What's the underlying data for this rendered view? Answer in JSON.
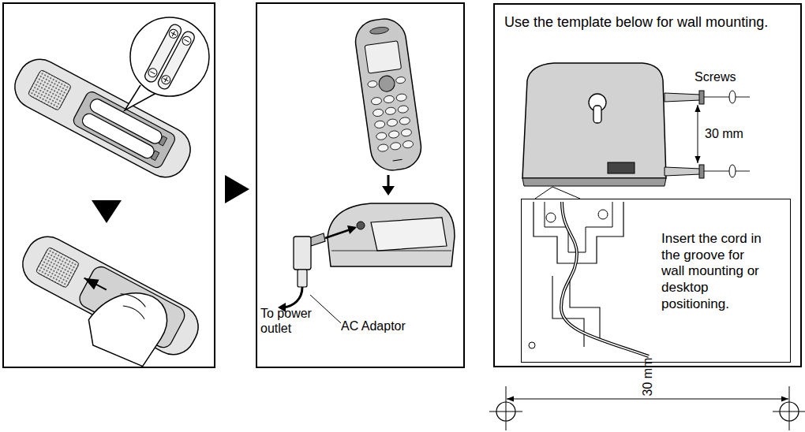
{
  "diagram": {
    "nodes": [
      {
        "text": [
          "Use the template below for wall mounting."
        ]
      },
      {
        "text": [
          "Insert the cord in the groove for wall mounting or desktop positioning."
        ],
        "in": 0
      }
    ],
    "labels": [
      "To power outlet",
      "AC Adaptor",
      "Screws",
      "30 mm",
      "30 mm"
    ]
  }
}
